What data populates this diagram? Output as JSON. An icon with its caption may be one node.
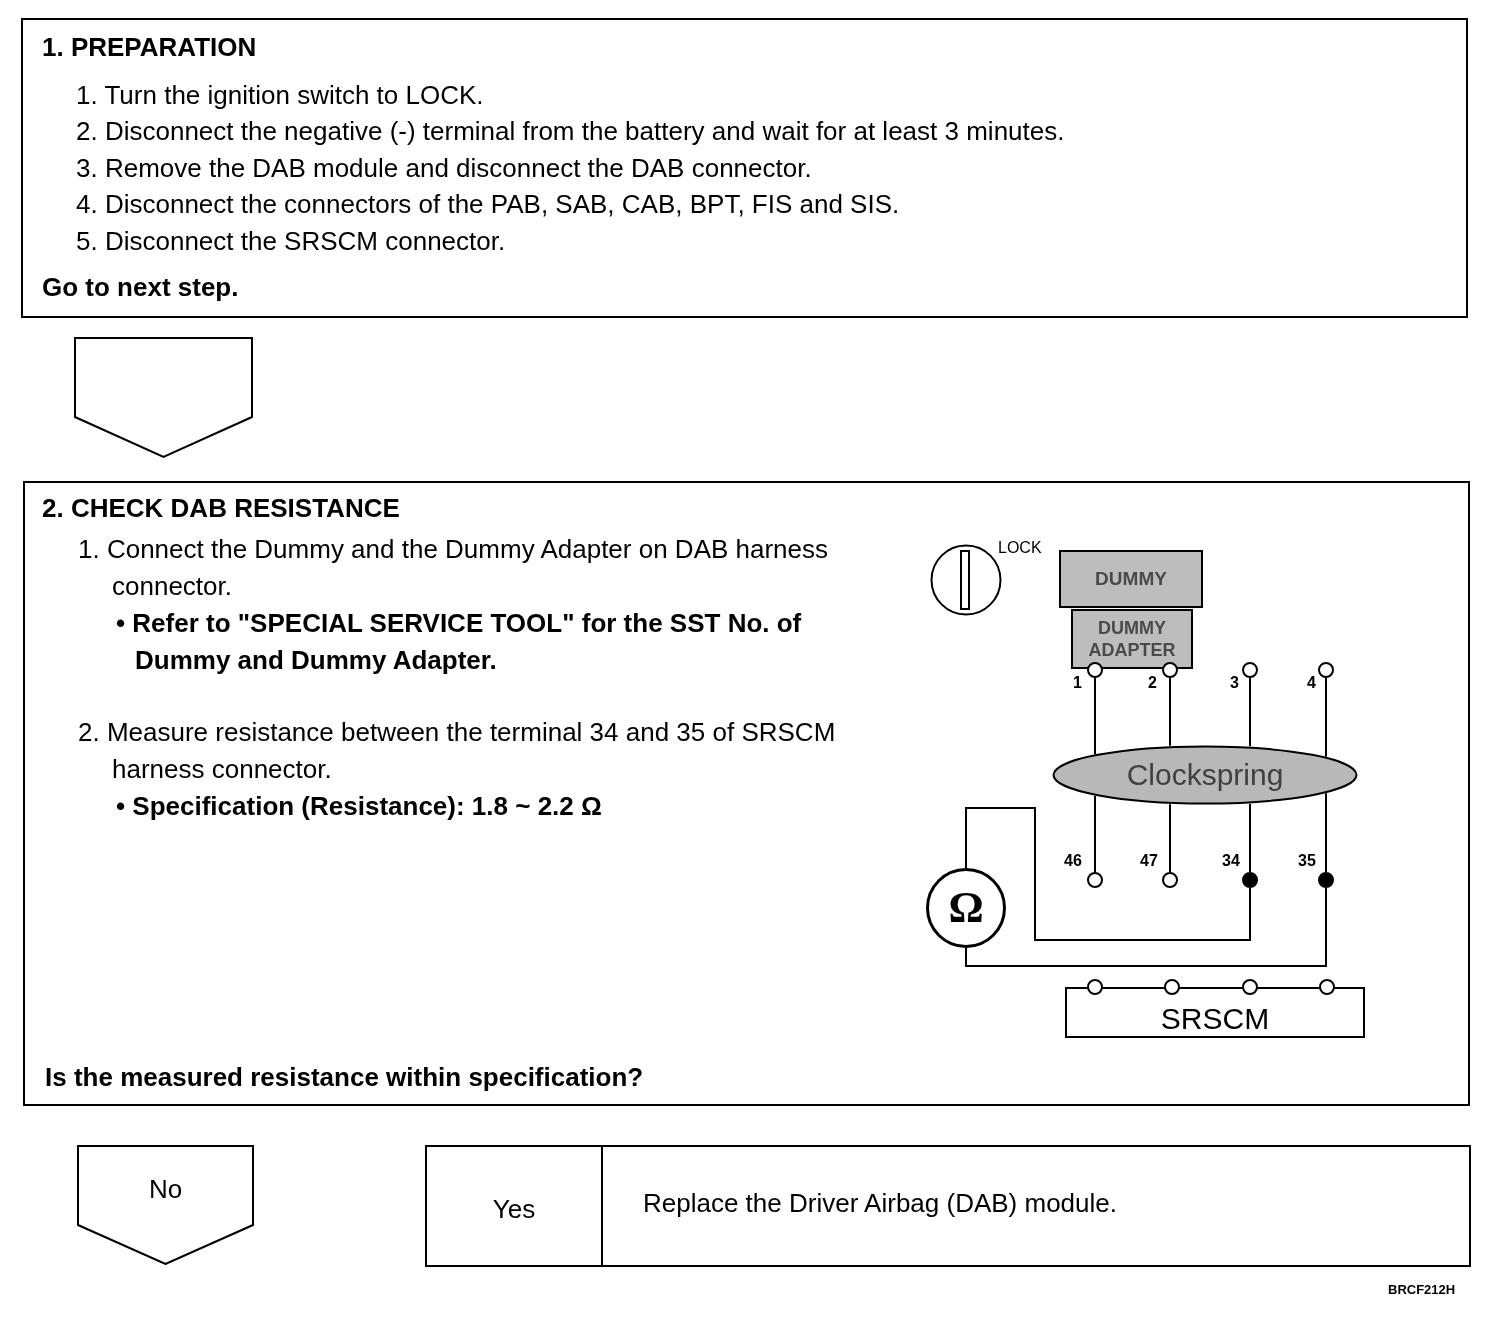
{
  "diagram": {
    "nodes": [
      {
        "text": [
          "1. PREPARATION",
          "1. Turn the ignition switch to LOCK.",
          "2. Disconnect the negative (-) terminal from the battery and wait for at least 3 minutes.",
          "3. Remove the DAB module and disconnect the DAB connector.",
          "4. Disconnect the connectors of the PAB, SAB, CAB, BPT, FIS and SIS.",
          "5. Disconnect the SRSCM connector.",
          "Go to next step."
        ]
      },
      {
        "text": [
          "2. CHECK DAB RESISTANCE",
          "1. Connect the Dummy and the Dummy Adapter on DAB harness connector.",
          "• Refer to \"SPECIAL SERVICE TOOL\" for the SST No. of Dummy and Dummy Adapter.",
          "2. Measure resistance between the terminal 34 and 35 of SRSCM harness connector.",
          "• Specification (Resistance): 1.8 ~ 2.2 Ω",
          "Is the measured resistance within specification?"
        ]
      },
      {
        "text": [
          "Yes",
          "Replace the Driver Airbag (DAB) module."
        ]
      },
      {
        "text": [
          "No"
        ]
      },
      {
        "text": [],
        "shape": "circle",
        "beside": [
          "LOCK"
        ],
        "in": 1
      },
      {
        "text": [
          "DUMMY"
        ],
        "in": 1
      },
      {
        "text": [
          "DUMMY ADAPTER"
        ],
        "in": 1
      },
      {
        "text": [
          "Clockspring"
        ],
        "in": 1
      },
      {
        "text": [
          "Ω"
        ],
        "in": 1
      },
      {
        "text": [
          "SRSCM"
        ],
        "in": 1
      },
      {
        "text": [],
        "shape": "circle",
        "beside": [
          "1"
        ],
        "in": 1
      },
      {
        "text": [],
        "shape": "circle",
        "beside": [
          "2"
        ],
        "in": 1
      },
      {
        "text": [],
        "shape": "circle",
        "beside": [
          "3"
        ],
        "in": 1
      },
      {
        "text": [],
        "shape": "circle",
        "beside": [
          "4"
        ],
        "in": 1
      },
      {
        "text": [],
        "shape": "circle",
        "beside": [
          "46"
        ],
        "in": 1
      },
      {
        "text": [],
        "shape": "circle",
        "beside": [
          "47"
        ],
        "in": 1
      },
      {
        "text": [],
        "shape": "dot",
        "beside": [
          "34"
        ],
        "in": 1
      },
      {
        "text": [],
        "shape": "dot",
        "beside": [
          "35"
        ],
        "in": 1
      },
      {
        "text": [],
        "shape": "circle",
        "in": 1
      },
      {
        "text": [],
        "shape": "circle",
        "in": 1
      },
      {
        "text": [],
        "shape": "circle",
        "in": 1
      },
      {
        "text": [],
        "shape": "circle",
        "in": 1
      }
    ],
    "edges": [
      {
        "from": 0,
        "to": 1,
        "arrow": "to"
      },
      {
        "from": 10,
        "to": 7,
        "arrow": "none"
      },
      {
        "from": 11,
        "to": 7,
        "arrow": "none"
      },
      {
        "from": 12,
        "to": 7,
        "arrow": "none"
      },
      {
        "from": 13,
        "to": 7,
        "arrow": "none"
      },
      {
        "from": 7,
        "to": 14,
        "arrow": "none"
      },
      {
        "from": 7,
        "to": 15,
        "arrow": "none"
      },
      {
        "from": 7,
        "to": 16,
        "arrow": "none"
      },
      {
        "from": 7,
        "to": 17,
        "arrow": "none"
      },
      {
        "from": 8,
        "to": 16,
        "arrow": "none"
      },
      {
        "from": 8,
        "to": 17,
        "arrow": "none"
      }
    ],
    "labels": [
      "BRCF212H"
    ]
  }
}
